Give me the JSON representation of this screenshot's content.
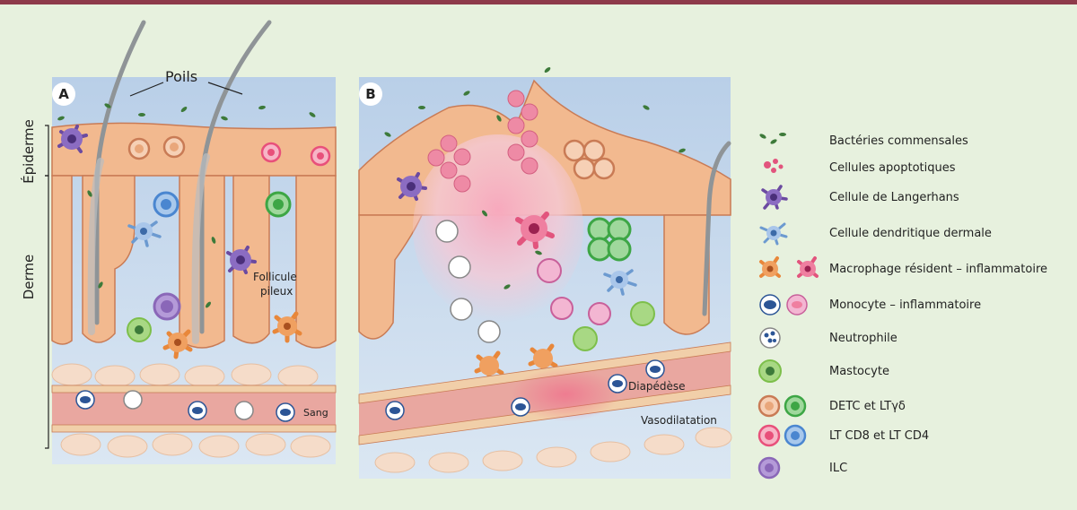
{
  "labels": {
    "poils": "Poils",
    "panel_a": "A",
    "panel_b": "B",
    "epiderme": "Épiderme",
    "derme": "Derme",
    "follicule": "Follicule",
    "pileux": "pileux",
    "sang": "Sang",
    "diapedese": "Diapédèse",
    "vasodilatation": "Vasodilatation"
  },
  "legend": [
    {
      "label": "Bactéries commensales",
      "icon": "bacteria-icon"
    },
    {
      "label": "Cellules apoptotiques",
      "icon": "apoptotic-cells-icon"
    },
    {
      "label": "Cellule de Langerhans",
      "icon": "langerhans-cell-icon"
    },
    {
      "label": "Cellule dendritique dermale",
      "icon": "dermal-dendritic-cell-icon"
    },
    {
      "label": "Macrophage résident – inflammatoire",
      "icon": "macrophage-icon"
    },
    {
      "label": "Monocyte – inflammatoire",
      "icon": "monocyte-icon"
    },
    {
      "label": "Neutrophile",
      "icon": "neutrophil-icon"
    },
    {
      "label": "Mastocyte",
      "icon": "mast-cell-icon"
    },
    {
      "label": "DETC et LTγδ",
      "icon": "detc-ltgd-icon"
    },
    {
      "label": "LT CD8 et LT CD4",
      "icon": "lt-cd8-cd4-icon"
    },
    {
      "label": "ILC",
      "icon": "ilc-icon"
    }
  ],
  "colors": {
    "background": "#e7f1de",
    "topbar": "#8e3a4a",
    "epidermis": "#f2b98f",
    "dermis": "#c8dcef",
    "vessel": "#e9a7a0",
    "bacteria": "#3d7a3a",
    "langerhans": "#6b4aa0",
    "dendritic": "#6c9ad0",
    "macrophage": "#e8873a",
    "monocyte": "#2c5596",
    "mast": "#7dbf4b",
    "detc": "#e9a77b",
    "ltgd": "#3da645",
    "cd8": "#e8507a",
    "cd4": "#4a86d0",
    "ilc": "#8a67b8"
  }
}
